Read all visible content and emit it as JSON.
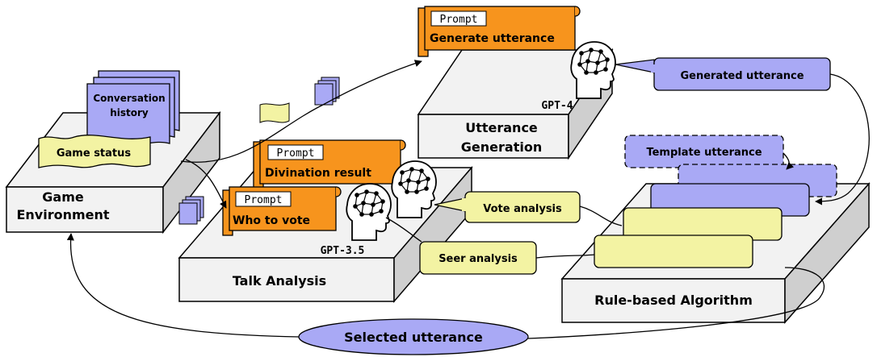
{
  "colors": {
    "prompt_orange": "#F7941D",
    "blue_box": "#A9A9F5",
    "yellow_box": "#F3F3A3",
    "gray_top": "#F2F2F2",
    "gray_side": "#CFCFCF",
    "line": "#000000"
  },
  "game_environment": {
    "label_line1": "Game",
    "label_line2": "Environment",
    "game_status": "Game status",
    "history_line1": "Conversation",
    "history_line2": "history"
  },
  "utterance_generation": {
    "prompt_tag": "Prompt",
    "prompt_text": "Generate utterance",
    "model": "GPT-4",
    "label_line1": "Utterance",
    "label_line2": "Generation",
    "generated": "Generated utterance",
    "template": "Template utterance"
  },
  "talk_analysis": {
    "prompt1_tag": "Prompt",
    "prompt1_text": "Divination result",
    "prompt2_tag": "Prompt",
    "prompt2_text": "Who to vote",
    "model": "GPT-3.5",
    "label": "Talk Analysis",
    "vote_analysis": "Vote analysis",
    "seer_analysis": "Seer analysis"
  },
  "rule_based": {
    "label": "Rule-based Algorithm"
  },
  "selected_utterance": "Selected utterance",
  "icons": [
    "brain-head-icon",
    "document-stack-icon",
    "scroll-icon"
  ]
}
